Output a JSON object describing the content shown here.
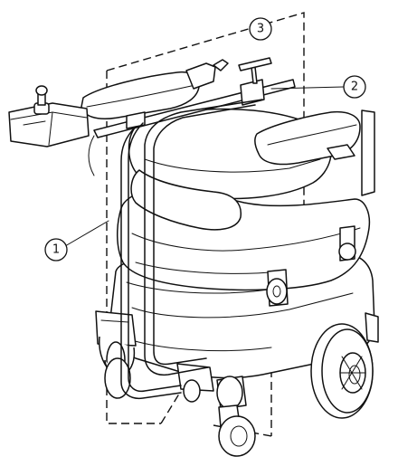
{
  "figure": {
    "callouts": [
      {
        "id": "callout-1",
        "label": "1"
      },
      {
        "id": "callout-2",
        "label": "2"
      },
      {
        "id": "callout-3",
        "label": "3"
      }
    ],
    "colors": {
      "line": "#111111",
      "background": "#ffffff"
    }
  }
}
